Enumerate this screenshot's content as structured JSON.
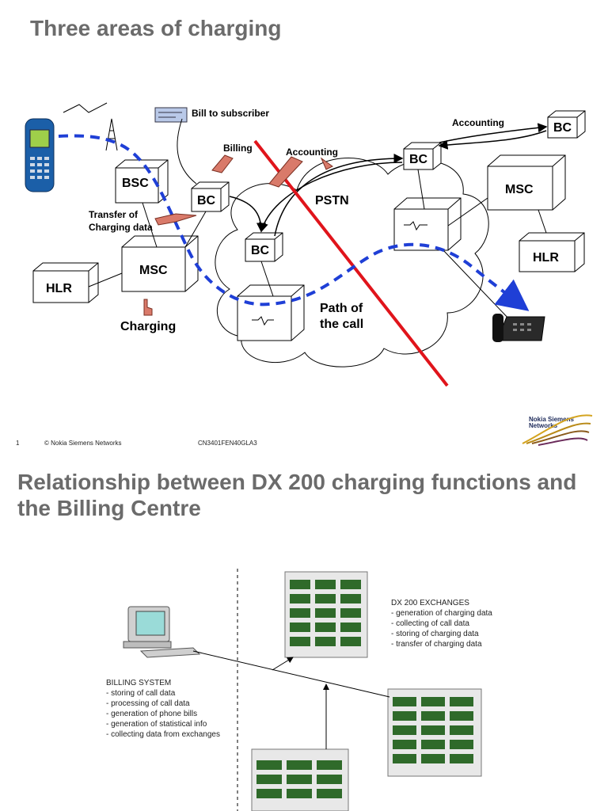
{
  "slide1": {
    "title": "Three areas of charging",
    "labels": {
      "bill_to_subscriber": "Bill to subscriber",
      "billing": "Billing",
      "accounting_left": "Accounting",
      "accounting_right": "Accounting",
      "transfer_line1": "Transfer of",
      "transfer_line2": "Charging data",
      "charging": "Charging",
      "pstn": "PSTN",
      "path_line1": "Path of",
      "path_line2": "the call"
    },
    "boxes": {
      "bsc": "BSC",
      "bc_left": "BC",
      "msc_left": "MSC",
      "hlr_left": "HLR",
      "bc_center": "BC",
      "bc_top": "BC",
      "bc_far_right": "BC",
      "msc_right": "MSC",
      "hlr_right": "HLR"
    },
    "footer": {
      "page_number": "1",
      "copyright": "© Nokia Siemens Networks",
      "doc_code": "CN3401FEN40GLA3",
      "logo_line1": "Nokia Siemens",
      "logo_line2": "Networks"
    },
    "colors": {
      "call_path": "#1f3fd6",
      "border_line": "#e0141b",
      "title": "#6b6b6b"
    }
  },
  "slide2": {
    "title": "Relationship between DX 200 charging functions and the Billing Centre",
    "dx200": {
      "heading": "DX 200 EXCHANGES",
      "items": [
        "- generation of charging data",
        "- collecting of call data",
        "- storing of charging data",
        "- transfer of charging data"
      ]
    },
    "billing_system": {
      "heading": "BILLING SYSTEM",
      "items": [
        "- storing of call data",
        "- processing of call data",
        "- generation of phone bills",
        "- generation of statistical info",
        "- collecting data from exchanges"
      ]
    }
  }
}
